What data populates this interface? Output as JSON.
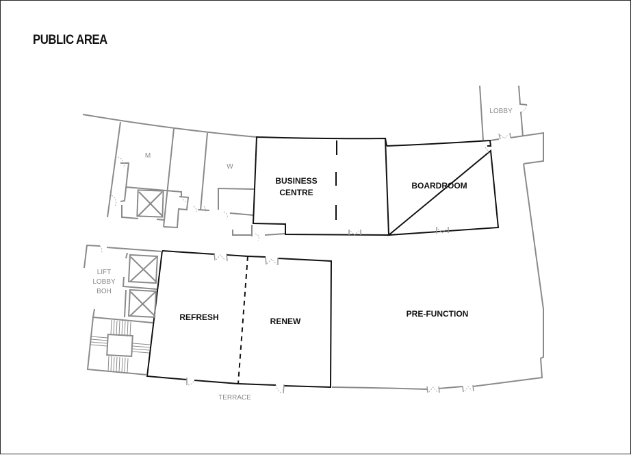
{
  "page": {
    "title": "PUBLIC AREA"
  },
  "rooms": {
    "business_centre": {
      "line1": "BUSINESS",
      "line2": "CENTRE"
    },
    "boardroom": {
      "label": "BOARDROOM"
    },
    "refresh": {
      "label": "REFRESH"
    },
    "renew": {
      "label": "RENEW"
    },
    "pre_function": {
      "label": "PRE-FUNCTION"
    }
  },
  "areas": {
    "mens": {
      "label": "M"
    },
    "womens": {
      "label": "W"
    },
    "lobby": {
      "label": "LOBBY"
    },
    "lift_lobby": {
      "line1": "LIFT",
      "line2": "LOBBY",
      "line3": "BOH"
    },
    "terrace": {
      "label": "TERRACE"
    }
  },
  "colors": {
    "event_room_wall": "#111111",
    "service_wall": "#8a8a8a",
    "door_swing": "#aaaaaa"
  }
}
